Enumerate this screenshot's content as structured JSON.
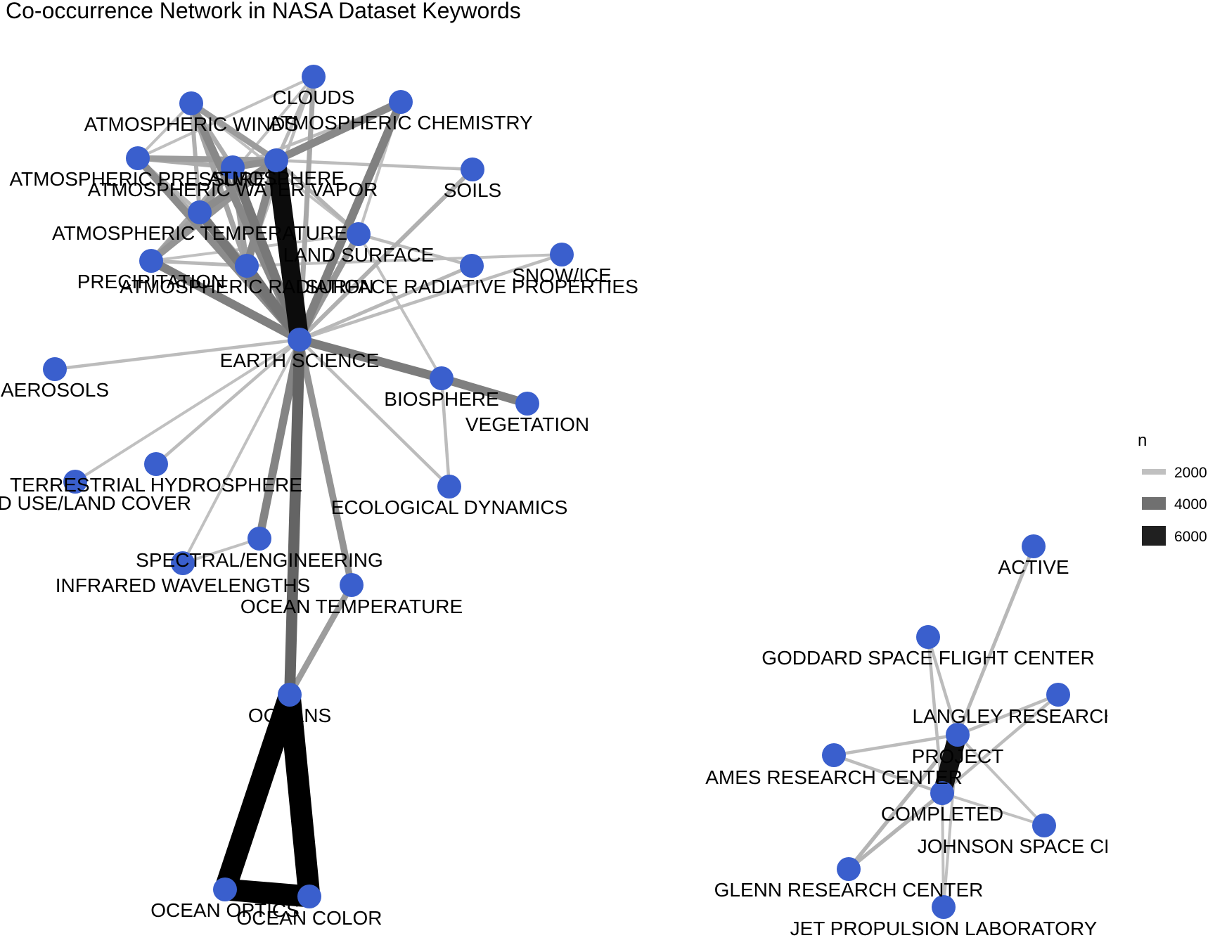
{
  "title": "Co-occurrence Network in NASA Dataset Keywords",
  "node_color": "#3a5fcd",
  "legend": {
    "title": "n",
    "items": [
      {
        "label": "2000",
        "n": 2000
      },
      {
        "label": "4000",
        "n": 4000
      },
      {
        "label": "6000",
        "n": 6000
      }
    ]
  },
  "nodes": [
    {
      "id": "CLOUDS",
      "label": "CLOUDS"
    },
    {
      "id": "ATMOSPHERIC CHEMISTRY",
      "label": "ATMOSPHERIC CHEMISTRY"
    },
    {
      "id": "ATMOSPHERIC WINDS",
      "label": "ATMOSPHERIC WINDS"
    },
    {
      "id": "ATMOSPHERIC PRESSURE",
      "label": "ATMOSPHERIC PRESSURE"
    },
    {
      "id": "ATMOSPHERE",
      "label": "ATMOSPHERE"
    },
    {
      "id": "ATMOSPHERIC WATER VAPOR",
      "label": "ATMOSPHERIC WATER VAPOR"
    },
    {
      "id": "SOILS",
      "label": "SOILS"
    },
    {
      "id": "ATMOSPHERIC TEMPERATURE",
      "label": "ATMOSPHERIC TEMPERATURE"
    },
    {
      "id": "LAND SURFACE",
      "label": "LAND SURFACE"
    },
    {
      "id": "SNOW/ICE",
      "label": "SNOW/ICE"
    },
    {
      "id": "PRECIPITATION",
      "label": "PRECIPITATION"
    },
    {
      "id": "ATMOSPHERIC RADIATION",
      "label": "ATMOSPHERIC RADIATION"
    },
    {
      "id": "SURFACE RADIATIVE PROPERTIES",
      "label": "SURFACE RADIATIVE PROPERTIES"
    },
    {
      "id": "EARTH SCIENCE",
      "label": "EARTH SCIENCE"
    },
    {
      "id": "AEROSOLS",
      "label": "AEROSOLS"
    },
    {
      "id": "BIOSPHERE",
      "label": "BIOSPHERE"
    },
    {
      "id": "VEGETATION",
      "label": "VEGETATION"
    },
    {
      "id": "TERRESTRIAL HYDROSPHERE",
      "label": "TERRESTRIAL HYDROSPHERE"
    },
    {
      "id": "LAND USE/LAND COVER",
      "label": "LAND USE/LAND COVER"
    },
    {
      "id": "ECOLOGICAL DYNAMICS",
      "label": "ECOLOGICAL DYNAMICS"
    },
    {
      "id": "SPECTRAL/ENGINEERING",
      "label": "SPECTRAL/ENGINEERING"
    },
    {
      "id": "INFRARED WAVELENGTHS",
      "label": "INFRARED WAVELENGTHS"
    },
    {
      "id": "OCEAN TEMPERATURE",
      "label": "OCEAN TEMPERATURE"
    },
    {
      "id": "OCEANS",
      "label": "OCEANS"
    },
    {
      "id": "OCEAN OPTICS",
      "label": "OCEAN OPTICS"
    },
    {
      "id": "OCEAN COLOR",
      "label": "OCEAN COLOR"
    },
    {
      "id": "ACTIVE",
      "label": "ACTIVE"
    },
    {
      "id": "GODDARD SPACE FLIGHT CENTER",
      "label": "GODDARD SPACE FLIGHT CENTER"
    },
    {
      "id": "LANGLEY RESEARCH CENTER",
      "label": "LANGLEY RESEARCH CENTER"
    },
    {
      "id": "PROJECT",
      "label": "PROJECT"
    },
    {
      "id": "AMES RESEARCH CENTER",
      "label": "AMES RESEARCH CENTER"
    },
    {
      "id": "COMPLETED",
      "label": "COMPLETED"
    },
    {
      "id": "JOHNSON SPACE CENTER",
      "label": "JOHNSON SPACE CENTER"
    },
    {
      "id": "GLENN RESEARCH CENTER",
      "label": "GLENN RESEARCH CENTER"
    },
    {
      "id": "JET PROPULSION LABORATORY",
      "label": "JET PROPULSION LABORATORY"
    }
  ],
  "edges": [
    {
      "source": "ATMOSPHERE",
      "target": "EARTH SCIENCE",
      "n": 6500
    },
    {
      "source": "OCEANS",
      "target": "OCEAN OPTICS",
      "n": 7300
    },
    {
      "source": "OCEANS",
      "target": "OCEAN COLOR",
      "n": 7300
    },
    {
      "source": "OCEAN OPTICS",
      "target": "OCEAN COLOR",
      "n": 7300
    },
    {
      "source": "PROJECT",
      "target": "COMPLETED",
      "n": 6400
    },
    {
      "source": "EARTH SCIENCE",
      "target": "OCEANS",
      "n": 4300
    },
    {
      "source": "EARTH SCIENCE",
      "target": "ATMOSPHERIC CHEMISTRY",
      "n": 3600
    },
    {
      "source": "ATMOSPHERE",
      "target": "ATMOSPHERIC CHEMISTRY",
      "n": 3400
    },
    {
      "source": "EARTH SCIENCE",
      "target": "BIOSPHERE",
      "n": 3700
    },
    {
      "source": "BIOSPHERE",
      "target": "VEGETATION",
      "n": 3600
    },
    {
      "source": "EARTH SCIENCE",
      "target": "SPECTRAL/ENGINEERING",
      "n": 3500
    },
    {
      "source": "EARTH SCIENCE",
      "target": "OCEAN TEMPERATURE",
      "n": 3100
    },
    {
      "source": "OCEANS",
      "target": "OCEAN TEMPERATURE",
      "n": 2900
    },
    {
      "source": "EARTH SCIENCE",
      "target": "ATMOSPHERIC RADIATION",
      "n": 3900
    },
    {
      "source": "EARTH SCIENCE",
      "target": "ATMOSPHERIC WATER VAPOR",
      "n": 3800
    },
    {
      "source": "EARTH SCIENCE",
      "target": "ATMOSPHERIC TEMPERATURE",
      "n": 3800
    },
    {
      "source": "EARTH SCIENCE",
      "target": "PRECIPITATION",
      "n": 3600
    },
    {
      "source": "EARTH SCIENCE",
      "target": "ATMOSPHERIC WINDS",
      "n": 3400
    },
    {
      "source": "EARTH SCIENCE",
      "target": "ATMOSPHERIC PRESSURE",
      "n": 3300
    },
    {
      "source": "EARTH SCIENCE",
      "target": "LAND SURFACE",
      "n": 3000
    },
    {
      "source": "EARTH SCIENCE",
      "target": "SOILS",
      "n": 2400
    },
    {
      "source": "EARTH SCIENCE",
      "target": "CLOUDS",
      "n": 2600
    },
    {
      "source": "EARTH SCIENCE",
      "target": "SNOW/ICE",
      "n": 2100
    },
    {
      "source": "EARTH SCIENCE",
      "target": "SURFACE RADIATIVE PROPERTIES",
      "n": 2200
    },
    {
      "source": "EARTH SCIENCE",
      "target": "AEROSOLS",
      "n": 2100
    },
    {
      "source": "EARTH SCIENCE",
      "target": "ECOLOGICAL DYNAMICS",
      "n": 2100
    },
    {
      "source": "EARTH SCIENCE",
      "target": "TERRESTRIAL HYDROSPHERE",
      "n": 2100
    },
    {
      "source": "EARTH SCIENCE",
      "target": "LAND USE/LAND COVER",
      "n": 2000
    },
    {
      "source": "EARTH SCIENCE",
      "target": "INFRARED WAVELENGTHS",
      "n": 2000
    },
    {
      "source": "SPECTRAL/ENGINEERING",
      "target": "INFRARED WAVELENGTHS",
      "n": 2000
    },
    {
      "source": "ATMOSPHERE",
      "target": "CLOUDS",
      "n": 2200
    },
    {
      "source": "ATMOSPHERE",
      "target": "ATMOSPHERIC WINDS",
      "n": 2900
    },
    {
      "source": "ATMOSPHERE",
      "target": "ATMOSPHERIC PRESSURE",
      "n": 2900
    },
    {
      "source": "ATMOSPHERE",
      "target": "ATMOSPHERIC WATER VAPOR",
      "n": 3200
    },
    {
      "source": "ATMOSPHERE",
      "target": "ATMOSPHERIC TEMPERATURE",
      "n": 3300
    },
    {
      "source": "ATMOSPHERE",
      "target": "PRECIPITATION",
      "n": 3100
    },
    {
      "source": "ATMOSPHERE",
      "target": "ATMOSPHERIC RADIATION",
      "n": 3400
    },
    {
      "source": "ATMOSPHERE",
      "target": "LAND SURFACE",
      "n": 2300
    },
    {
      "source": "ATMOSPHERE",
      "target": "SOILS",
      "n": 2100
    },
    {
      "source": "ATMOSPHERIC WINDS",
      "target": "ATMOSPHERIC PRESSURE",
      "n": 2000
    },
    {
      "source": "ATMOSPHERIC WINDS",
      "target": "ATMOSPHERIC WATER VAPOR",
      "n": 2500
    },
    {
      "source": "ATMOSPHERIC WINDS",
      "target": "ATMOSPHERIC TEMPERATURE",
      "n": 2400
    },
    {
      "source": "ATMOSPHERIC WINDS",
      "target": "ATMOSPHERIC RADIATION",
      "n": 2700
    },
    {
      "source": "ATMOSPHERIC PRESSURE",
      "target": "ATMOSPHERIC WATER VAPOR",
      "n": 2500
    },
    {
      "source": "ATMOSPHERIC PRESSURE",
      "target": "ATMOSPHERIC TEMPERATURE",
      "n": 2200
    },
    {
      "source": "ATMOSPHERIC PRESSURE",
      "target": "ATMOSPHERIC RADIATION",
      "n": 2400
    },
    {
      "source": "ATMOSPHERIC WATER VAPOR",
      "target": "ATMOSPHERIC TEMPERATURE",
      "n": 3000
    },
    {
      "source": "ATMOSPHERIC WATER VAPOR",
      "target": "PRECIPITATION",
      "n": 2600
    },
    {
      "source": "ATMOSPHERIC WATER VAPOR",
      "target": "ATMOSPHERIC RADIATION",
      "n": 2800
    },
    {
      "source": "ATMOSPHERIC WATER VAPOR",
      "target": "ATMOSPHERIC CHEMISTRY",
      "n": 2100
    },
    {
      "source": "ATMOSPHERIC TEMPERATURE",
      "target": "PRECIPITATION",
      "n": 2800
    },
    {
      "source": "ATMOSPHERIC TEMPERATURE",
      "target": "ATMOSPHERIC RADIATION",
      "n": 2700
    },
    {
      "source": "ATMOSPHERIC TEMPERATURE",
      "target": "CLOUDS",
      "n": 2000
    },
    {
      "source": "PRECIPITATION",
      "target": "ATMOSPHERIC RADIATION",
      "n": 2200
    },
    {
      "source": "PRECIPITATION",
      "target": "LAND SURFACE",
      "n": 2000
    },
    {
      "source": "CLOUDS",
      "target": "ATMOSPHERIC RADIATION",
      "n": 2100
    },
    {
      "source": "CLOUDS",
      "target": "ATMOSPHERIC PRESSURE",
      "n": 2000
    },
    {
      "source": "LAND SURFACE",
      "target": "SURFACE RADIATIVE PROPERTIES",
      "n": 2100
    },
    {
      "source": "LAND SURFACE",
      "target": "BIOSPHERE",
      "n": 2000
    },
    {
      "source": "LAND SURFACE",
      "target": "ATMOSPHERIC WINDS",
      "n": 2000
    },
    {
      "source": "LAND SURFACE",
      "target": "ATMOSPHERIC CHEMISTRY",
      "n": 2000
    },
    {
      "source": "BIOSPHERE",
      "target": "ECOLOGICAL DYNAMICS",
      "n": 2100
    },
    {
      "source": "SNOW/ICE",
      "target": "ATMOSPHERIC RADIATION",
      "n": 2000
    },
    {
      "source": "PROJECT",
      "target": "ACTIVE",
      "n": 2200
    },
    {
      "source": "PROJECT",
      "target": "GODDARD SPACE FLIGHT CENTER",
      "n": 2100
    },
    {
      "source": "COMPLETED",
      "target": "GODDARD SPACE FLIGHT CENTER",
      "n": 2100
    },
    {
      "source": "PROJECT",
      "target": "LANGLEY RESEARCH CENTER",
      "n": 2100
    },
    {
      "source": "COMPLETED",
      "target": "LANGLEY RESEARCH CENTER",
      "n": 2100
    },
    {
      "source": "PROJECT",
      "target": "AMES RESEARCH CENTER",
      "n": 2100
    },
    {
      "source": "COMPLETED",
      "target": "AMES RESEARCH CENTER",
      "n": 2100
    },
    {
      "source": "PROJECT",
      "target": "JOHNSON SPACE CENTER",
      "n": 2000
    },
    {
      "source": "COMPLETED",
      "target": "JOHNSON SPACE CENTER",
      "n": 2000
    },
    {
      "source": "PROJECT",
      "target": "GLENN RESEARCH CENTER",
      "n": 2300
    },
    {
      "source": "COMPLETED",
      "target": "GLENN RESEARCH CENTER",
      "n": 2300
    },
    {
      "source": "PROJECT",
      "target": "JET PROPULSION LABORATORY",
      "n": 2000
    },
    {
      "source": "COMPLETED",
      "target": "JET PROPULSION LABORATORY",
      "n": 2000
    }
  ]
}
